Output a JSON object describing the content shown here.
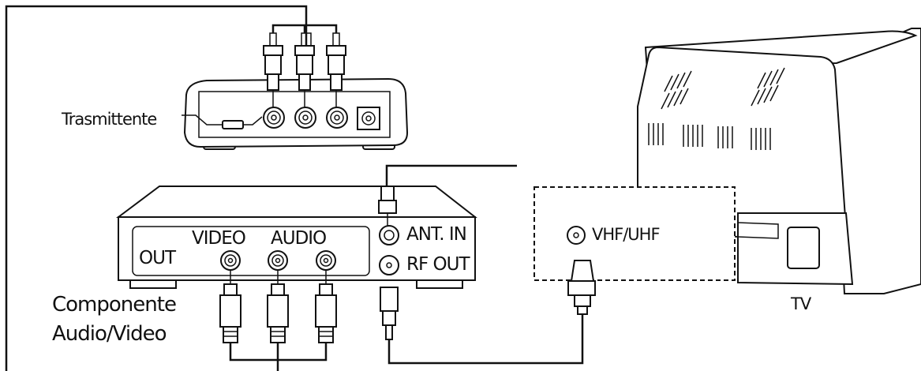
{
  "labels": {
    "transmitter": "Trasmittente",
    "out": "OUT",
    "video": "VIDEO",
    "audio": "AUDIO",
    "ant_in": "ANT. IN",
    "rf_out": "RF OUT",
    "vhf_uhf": "VHF/UHF",
    "component_line1": "Componente",
    "component_line2": "Audio/Video",
    "tv": "TV"
  },
  "colors": {
    "line": "#111111",
    "background": "#ffffff"
  }
}
